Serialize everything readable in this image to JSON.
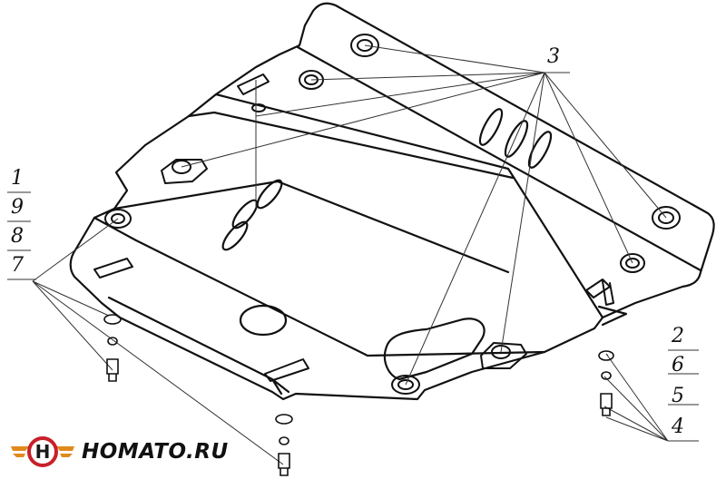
{
  "callouts": {
    "top": "3",
    "left": [
      "1",
      "9",
      "8",
      "7"
    ],
    "right": [
      "2",
      "6",
      "5",
      "4"
    ]
  },
  "logo": {
    "text": "HOMATO.RU",
    "emblem_letter": "H",
    "colors": {
      "ring": "#c8202a",
      "wing": "#e08a1c",
      "letter": "#1a1a1a"
    }
  }
}
